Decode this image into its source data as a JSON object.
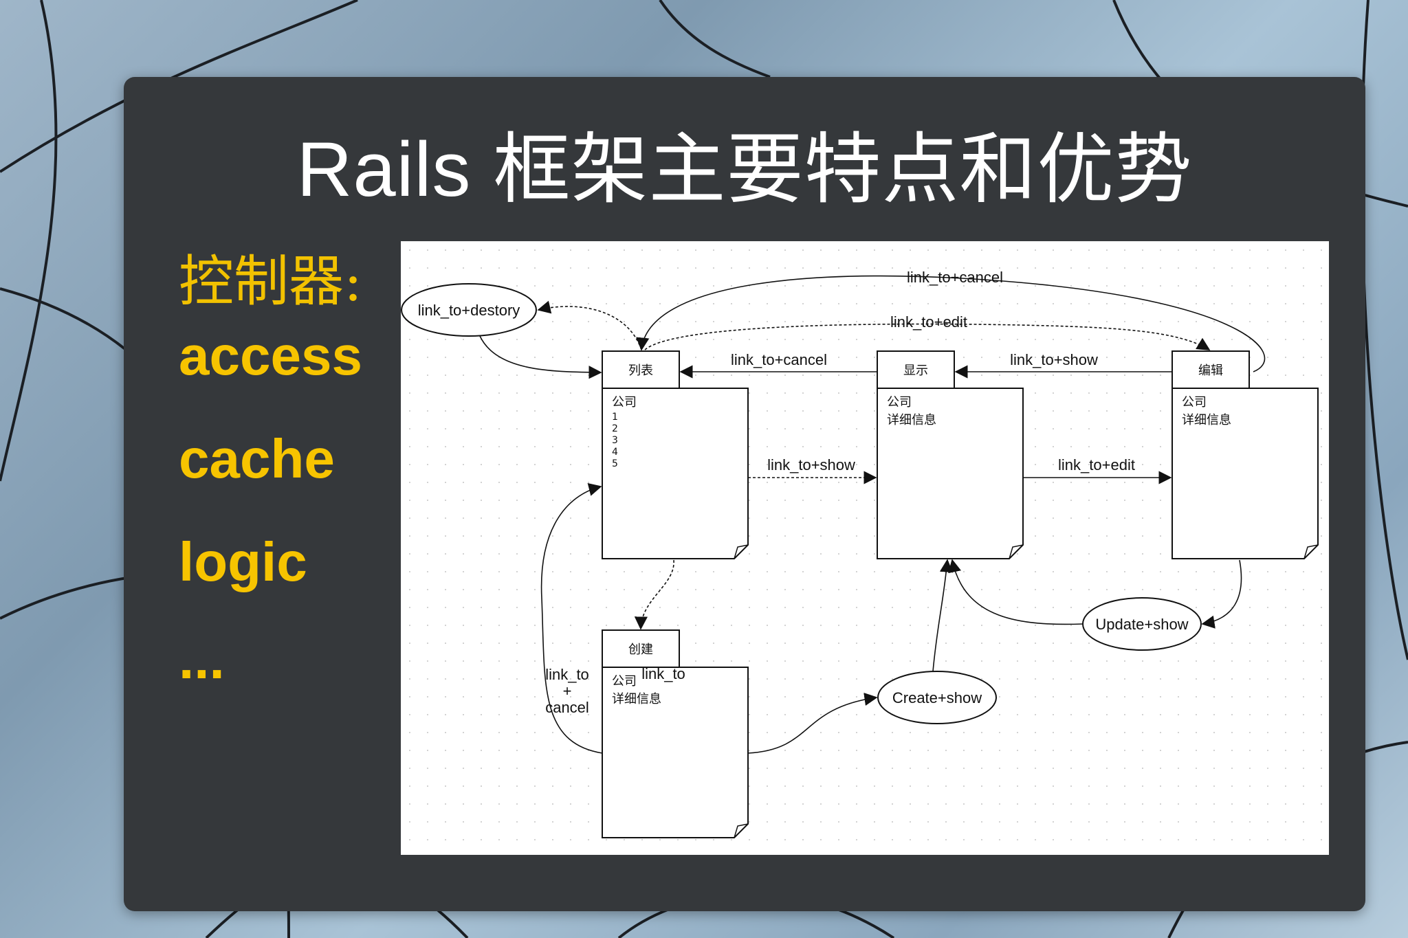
{
  "title": "Rails 框架主要特点和优势",
  "controller": {
    "heading": "控制器:",
    "items": [
      "access",
      "cache",
      "logic",
      "..."
    ]
  },
  "colors": {
    "title": "#ffffff",
    "accent": "#f7c400",
    "panel": "#35383b"
  },
  "diagram": {
    "nodes": {
      "list": {
        "title": "列表",
        "lines": [
          "公司",
          "1",
          "2",
          "3",
          "4",
          "5"
        ]
      },
      "show": {
        "title": "显示",
        "lines": [
          "公司",
          "详细信息"
        ]
      },
      "edit": {
        "title": "编辑",
        "lines": [
          "公司",
          "详细信息"
        ]
      },
      "create": {
        "title": "创建",
        "lines": [
          "公司",
          "详细信息"
        ]
      }
    },
    "ellipses": {
      "destroy": "link_to+destory",
      "update": "Update+show",
      "create_show": "Create+show"
    },
    "edge_labels": {
      "top_cancel": "link_to+cancel",
      "top_edit": "link_to+edit",
      "show_to_list": "link_to+cancel",
      "edit_to_show": "link_to+show",
      "list_to_show": "link_to+show",
      "show_to_edit": "link_to+edit",
      "list_to_create": "link_to",
      "create_cancel": [
        "link_to",
        "+",
        "cancel"
      ]
    }
  }
}
